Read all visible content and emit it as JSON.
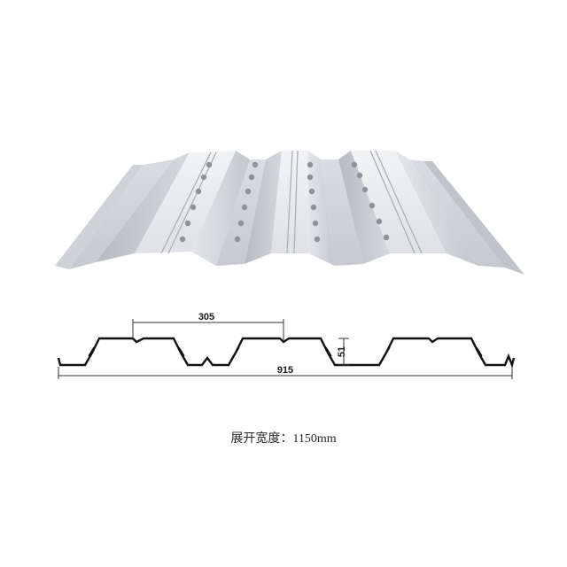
{
  "figure": {
    "name": "floor-deck-sheet",
    "colors": {
      "sheet_light": "#e9ebee",
      "sheet_mid": "#c9ccd1",
      "sheet_dark": "#9fa4ab",
      "profile_line": "#111111",
      "dimension_line": "#333333"
    }
  },
  "dimensions": {
    "rib_pitch": "305",
    "cover_width": "915",
    "rib_height": "51"
  },
  "caption": {
    "text": "展开宽度：1150mm"
  }
}
